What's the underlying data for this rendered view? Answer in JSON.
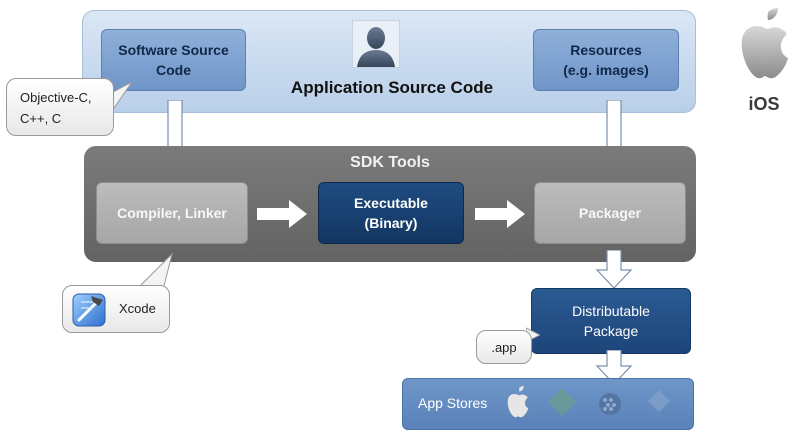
{
  "app_panel": {
    "title": "Application Source Code",
    "software_box": {
      "line1": "Software Source",
      "line2": "Code"
    },
    "resources_box": {
      "line1": "Resources",
      "line2": "(e.g. images)"
    }
  },
  "languages_callout": {
    "line1": "Objective-C,",
    "line2": "C++, C"
  },
  "sdk_panel": {
    "title": "SDK Tools",
    "compiler": "Compiler, Linker",
    "executable": {
      "line1": "Executable",
      "line2": "(Binary)"
    },
    "packager": "Packager"
  },
  "xcode_callout": {
    "label": "Xcode"
  },
  "distributable": {
    "line1": "Distributable",
    "line2": "Package"
  },
  "app_extension_callout": {
    "label": ".app"
  },
  "app_stores": {
    "label": "App Stores"
  },
  "platform": {
    "label": "iOS"
  },
  "icons": [
    "user-avatar-icon",
    "apple-logo-icon",
    "xcode-icon",
    "apple-store-icon",
    "android-store-icon",
    "blackberry-store-icon",
    "windows-store-icon"
  ],
  "colors": {
    "app_panel": "#c9dcf0",
    "source_boxes": "#7ea3d2",
    "sdk_panel": "#6e6e6e",
    "sdk_boxes": "#b2b2b2",
    "executable": "#163e6e",
    "distributable": "#244f87",
    "app_stores": "#6690c4"
  }
}
